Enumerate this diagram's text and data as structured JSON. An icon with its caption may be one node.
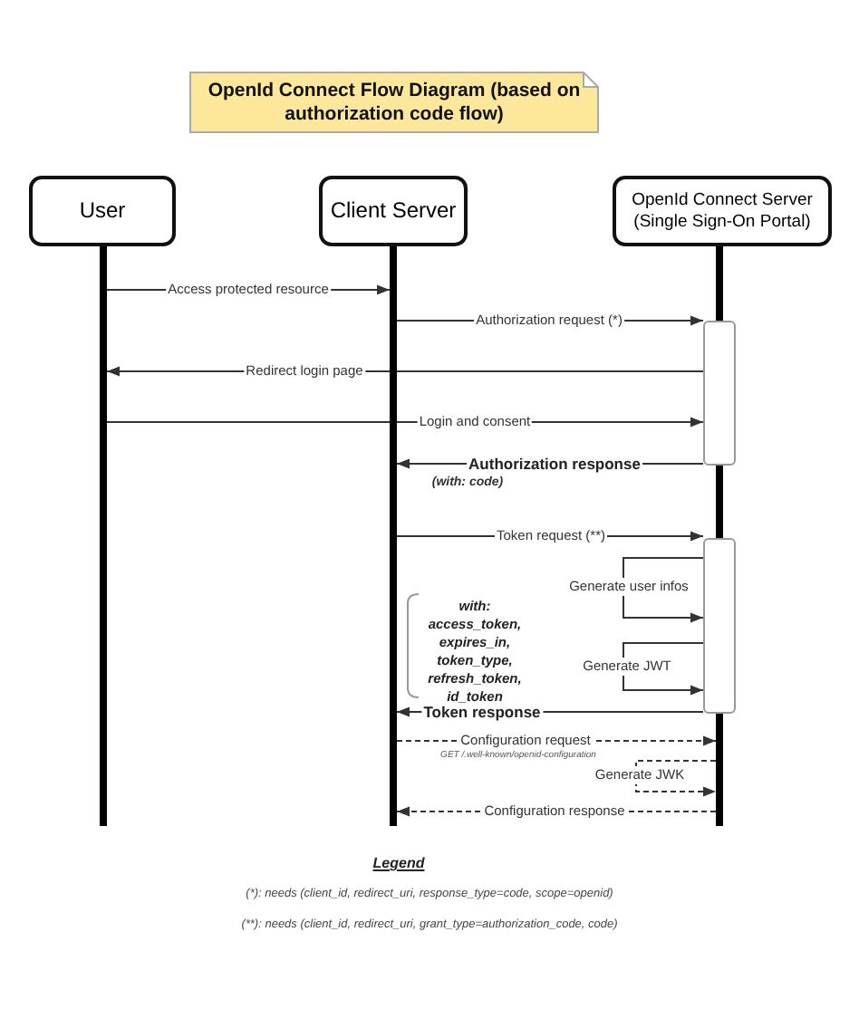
{
  "diagram": {
    "title": "OpenId Connect Flow Diagram (based on authorization code flow)",
    "nodes": [
      {
        "text": [
          "User"
        ]
      },
      {
        "text": [
          "Client Server"
        ]
      },
      {
        "text": [
          "OpenId Connect Server (Single Sign-On Portal)"
        ]
      },
      {
        "text": [],
        "shape": "bar"
      },
      {
        "text": [],
        "shape": "bar"
      },
      {
        "text": [],
        "shape": "bar"
      },
      {
        "text": [],
        "shape": "box"
      },
      {
        "text": [],
        "shape": "bar"
      },
      {
        "text": [],
        "shape": "box"
      },
      {
        "text": [],
        "shape": "bar"
      }
    ],
    "edges": [
      {
        "from": 3,
        "to": 4,
        "arrow": "to",
        "label": "Access protected resource"
      },
      {
        "from": 4,
        "to": 6,
        "arrow": "to",
        "label": "Authorization request (*)"
      },
      {
        "from": 6,
        "to": 3,
        "arrow": "to",
        "label": "Redirect login page"
      },
      {
        "from": 3,
        "to": 6,
        "arrow": "to",
        "label": "Login and consent"
      },
      {
        "from": 6,
        "to": 4,
        "arrow": "to",
        "label": "Authorization response"
      },
      {
        "from": 4,
        "to": 8,
        "arrow": "to",
        "label": "Token request (**)"
      },
      {
        "from": 8,
        "to": 8,
        "arrow": "to",
        "label": "Generate user infos"
      },
      {
        "from": 8,
        "to": 8,
        "arrow": "to",
        "label": "Generate JWT"
      },
      {
        "from": 8,
        "to": 4,
        "arrow": "to",
        "label": "Token response"
      },
      {
        "from": 4,
        "to": 9,
        "arrow": "to",
        "label": "Configuration request",
        "style": "dashed"
      },
      {
        "from": 9,
        "to": 9,
        "arrow": "to",
        "label": "Generate JWK",
        "style": "dashed"
      },
      {
        "from": 9,
        "to": 4,
        "arrow": "to",
        "label": "Configuration response",
        "style": "dashed"
      }
    ],
    "labels": [
      "(with: code)",
      "with: access_token, expires_in, token_type, refresh_token, id_token",
      "GET /.well-known/openid-configuration",
      "Legend",
      "(*): needs (client_id, redirect_uri, response_type=code, scope=openid)",
      "(**): needs (client_id, redirect_uri, grant_type=authorization_code, code)"
    ]
  }
}
